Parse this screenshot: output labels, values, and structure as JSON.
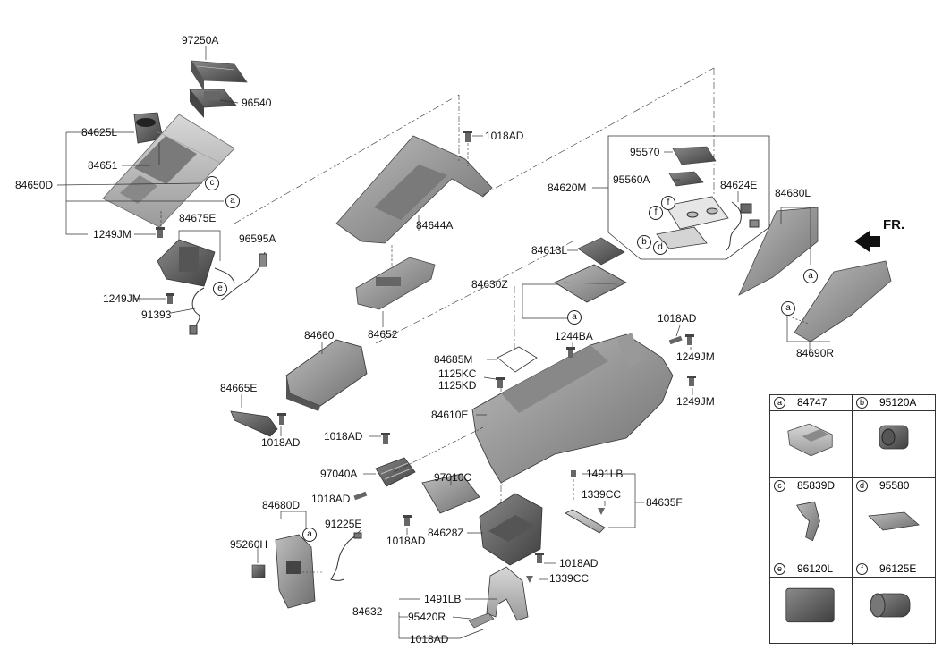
{
  "diagram": {
    "orientation_label": "FR.",
    "callouts": [
      {
        "id": "97250A",
        "text": "97250A"
      },
      {
        "id": "96540",
        "text": "96540"
      },
      {
        "id": "84625L",
        "text": "84625L"
      },
      {
        "id": "84651",
        "text": "84651"
      },
      {
        "id": "84650D",
        "text": "84650D"
      },
      {
        "id": "1249JM_a",
        "text": "1249JM"
      },
      {
        "id": "84675E",
        "text": "84675E"
      },
      {
        "id": "96595A",
        "text": "96595A"
      },
      {
        "id": "1249JM_b",
        "text": "1249JM"
      },
      {
        "id": "91393",
        "text": "91393"
      },
      {
        "id": "1018AD_a",
        "text": "1018AD"
      },
      {
        "id": "84644A",
        "text": "84644A"
      },
      {
        "id": "84652",
        "text": "84652"
      },
      {
        "id": "84660",
        "text": "84660"
      },
      {
        "id": "84665E",
        "text": "84665E"
      },
      {
        "id": "1018AD_b",
        "text": "1018AD"
      },
      {
        "id": "95570",
        "text": "95570"
      },
      {
        "id": "95560A",
        "text": "95560A"
      },
      {
        "id": "84620M",
        "text": "84620M"
      },
      {
        "id": "84624E",
        "text": "84624E"
      },
      {
        "id": "84680L",
        "text": "84680L"
      },
      {
        "id": "84613L",
        "text": "84613L"
      },
      {
        "id": "84630Z",
        "text": "84630Z"
      },
      {
        "id": "84685M",
        "text": "84685M"
      },
      {
        "id": "1244BA",
        "text": "1244BA"
      },
      {
        "id": "1018AD_c",
        "text": "1018AD"
      },
      {
        "id": "1249JM_c",
        "text": "1249JM"
      },
      {
        "id": "1249JM_d",
        "text": "1249JM"
      },
      {
        "id": "1125KC",
        "text": "1125KC"
      },
      {
        "id": "1125KD",
        "text": "1125KD"
      },
      {
        "id": "84610E",
        "text": "84610E"
      },
      {
        "id": "84690R",
        "text": "84690R"
      },
      {
        "id": "1018AD_d",
        "text": "1018AD"
      },
      {
        "id": "97040A",
        "text": "97040A"
      },
      {
        "id": "1018AD_e",
        "text": "1018AD"
      },
      {
        "id": "97010C",
        "text": "97010C"
      },
      {
        "id": "1491LB_a",
        "text": "1491LB"
      },
      {
        "id": "1339CC_a",
        "text": "1339CC"
      },
      {
        "id": "84635F",
        "text": "84635F"
      },
      {
        "id": "1018AD_f",
        "text": "1018AD"
      },
      {
        "id": "84628Z",
        "text": "84628Z"
      },
      {
        "id": "84680D",
        "text": "84680D"
      },
      {
        "id": "91225E",
        "text": "91225E"
      },
      {
        "id": "95260H",
        "text": "95260H"
      },
      {
        "id": "1018AD_g",
        "text": "1018AD"
      },
      {
        "id": "1339CC_b",
        "text": "1339CC"
      },
      {
        "id": "1491LB_b",
        "text": "1491LB"
      },
      {
        "id": "84632",
        "text": "84632"
      },
      {
        "id": "95420R",
        "text": "95420R"
      },
      {
        "id": "1018AD_h",
        "text": "1018AD"
      }
    ],
    "ref_circles": [
      {
        "id": "c1",
        "letter": "c"
      },
      {
        "id": "a1",
        "letter": "a"
      },
      {
        "id": "e1",
        "letter": "e"
      },
      {
        "id": "f1",
        "letter": "f"
      },
      {
        "id": "f2",
        "letter": "f"
      },
      {
        "id": "b1",
        "letter": "b"
      },
      {
        "id": "d1",
        "letter": "d"
      },
      {
        "id": "a2",
        "letter": "a"
      },
      {
        "id": "a3",
        "letter": "a"
      },
      {
        "id": "a4",
        "letter": "a"
      },
      {
        "id": "a5",
        "letter": "a"
      }
    ]
  },
  "parts_table": [
    {
      "letter": "a",
      "part_no": "84747"
    },
    {
      "letter": "b",
      "part_no": "95120A"
    },
    {
      "letter": "c",
      "part_no": "85839D"
    },
    {
      "letter": "d",
      "part_no": "95580"
    },
    {
      "letter": "e",
      "part_no": "96120L"
    },
    {
      "letter": "f",
      "part_no": "96125E"
    }
  ]
}
